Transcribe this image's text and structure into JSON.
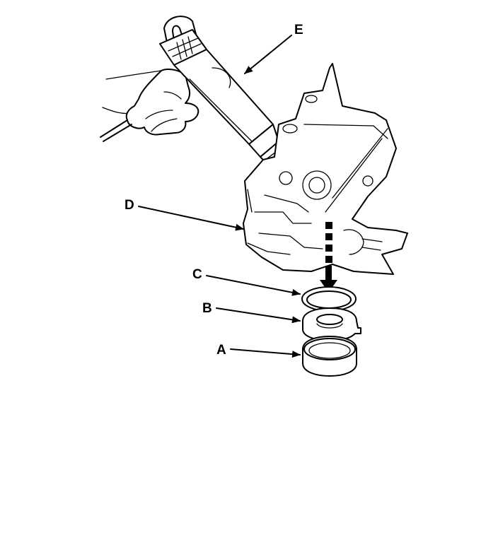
{
  "diagram": {
    "labels": {
      "a": "A",
      "b": "B",
      "c": "C",
      "d": "D",
      "e": "E"
    },
    "colors": {
      "ink": "#000000",
      "background": "#ffffff"
    }
  }
}
